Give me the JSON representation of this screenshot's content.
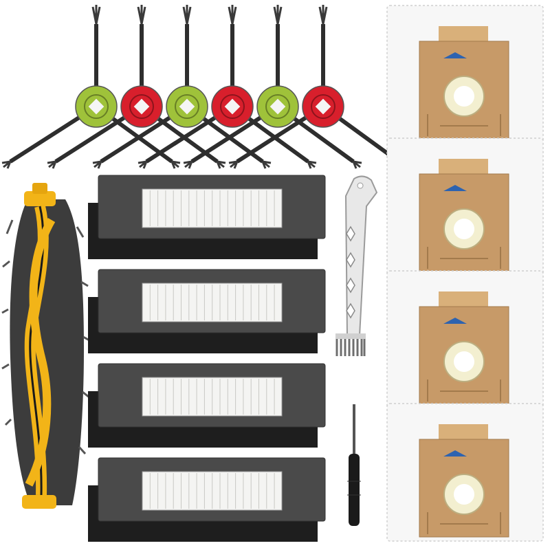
{
  "product": {
    "side_brushes": [
      {
        "hub_color": "#9fc23a",
        "hub_label": "green"
      },
      {
        "hub_color": "#d81f2c",
        "hub_label": "red"
      },
      {
        "hub_color": "#9fc23a",
        "hub_label": "green"
      },
      {
        "hub_color": "#d81f2c",
        "hub_label": "red"
      },
      {
        "hub_color": "#9fc23a",
        "hub_label": "green"
      },
      {
        "hub_color": "#d81f2c",
        "hub_label": "red"
      }
    ],
    "filter_count": 4,
    "dust_bag_count": 4,
    "colors": {
      "brush_arm": "#2e2e2e",
      "roller_core": "#f2b418",
      "roller_bristle": "#3c3c3c",
      "filter_frame": "#4a4a4a",
      "filter_sponge": "#1e1e1e",
      "filter_pleat": "#f4f4f2",
      "bag_fabric": "#f7f7f7",
      "bag_card": "#c79a68",
      "bag_ring": "#f3efd0",
      "bag_arrow": "#2d63b0",
      "tool_metal": "#e8e8e8",
      "screwdriver_handle": "#1a1a1a"
    },
    "icons": [
      "side-brush-icon",
      "main-roller-brush-icon",
      "hepa-filter-icon",
      "cleaning-tool-icon",
      "screwdriver-icon",
      "dust-bag-icon"
    ]
  }
}
